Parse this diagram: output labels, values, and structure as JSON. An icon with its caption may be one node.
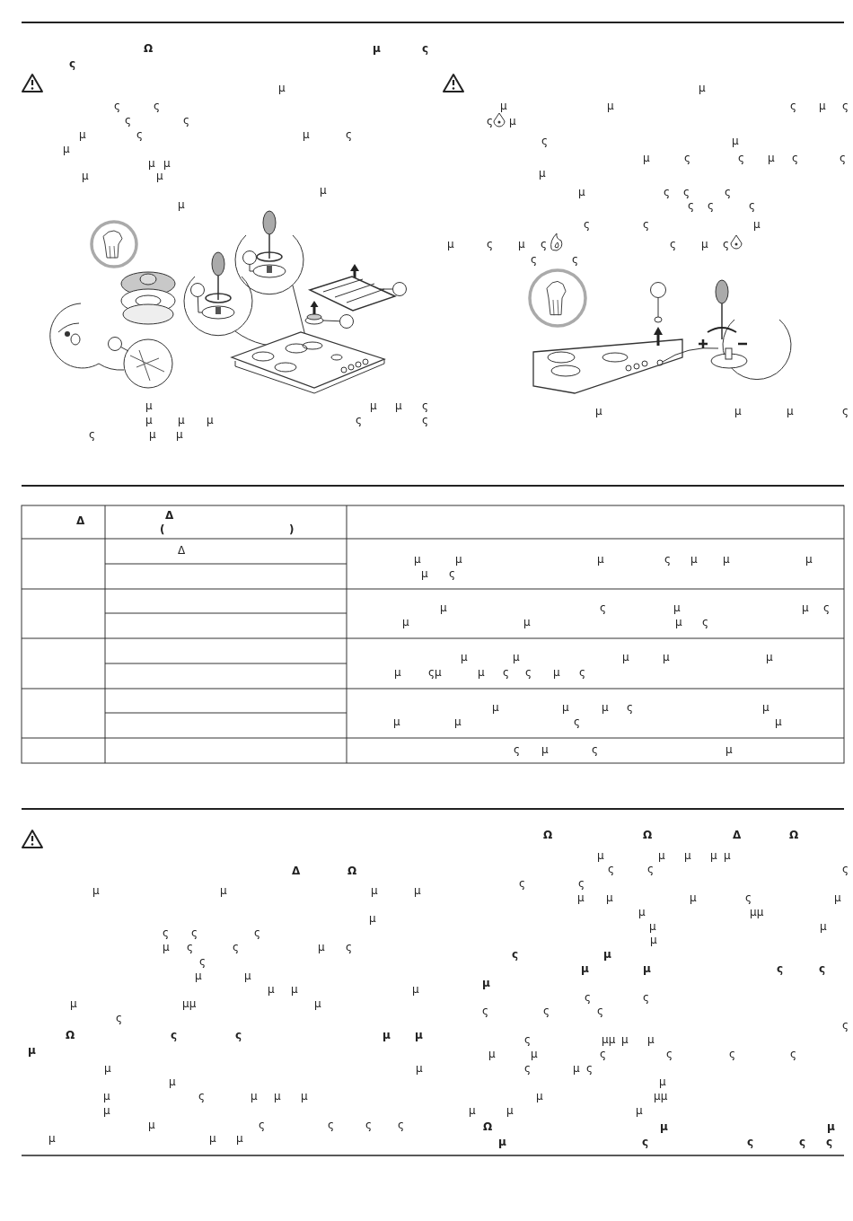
{
  "diagram": {
    "nodes": [
      {
        "text": [],
        "shape": "circle"
      },
      {
        "text": [],
        "shape": "circle"
      },
      {
        "text": [],
        "shape": "circle"
      },
      {
        "text": [],
        "shape": "circle"
      },
      {
        "text": [],
        "shape": "circle"
      },
      {
        "text": [],
        "shape": "circle"
      },
      {
        "text": [],
        "shape": "picture"
      },
      {
        "text": [],
        "shape": "picture"
      },
      {
        "text": [],
        "shape": "picture"
      },
      {
        "text": [],
        "shape": "cylinder"
      },
      {
        "text": [],
        "shape": "picture"
      },
      {
        "text": [],
        "shape": "cylinder"
      }
    ],
    "edges": [
      {
        "from": 0,
        "to": 6,
        "arrow": "none"
      },
      {
        "from": 1,
        "to": 7,
        "arrow": "none"
      },
      {
        "from": 2,
        "to": 8,
        "arrow": "none"
      },
      {
        "from": 3,
        "to": 9,
        "arrow": "none"
      },
      {
        "from": 4,
        "to": 10,
        "arrow": "none"
      },
      {
        "from": 5,
        "to": 11,
        "arrow": "none"
      }
    ],
    "labels": [
      "Ω μ ς",
      "ς",
      "μ",
      "ς ς",
      "ς ς",
      "μ ς μ ς",
      "μ",
      "μ μ",
      "μ μ",
      "μ",
      "μ",
      "μ μ μ ς",
      "μ μ μ ς ς",
      "ς μ μ",
      "μ",
      "μ μ ς μ ς",
      "ς",
      "μ",
      "ς μ",
      "μ ς ς μ ς ς",
      "μ",
      "μ ς ς ς",
      "ς ς ς",
      "ς ς μ",
      "μ ς μ ς",
      "ς μ ς",
      "ς ς",
      "μ μ μ ς",
      "Δ",
      "Δ ( )",
      "Δ",
      "μ μ μ ς μ μ μ μ ς",
      "μ ς μ μ ς μ μ μ ς",
      "μ μ μ μ μ μ ςμ μ ς ς μ ς",
      "μ μ μ ς μ μ μ ς μ",
      "ς μ ς μ",
      "Δ Ω",
      "μ μ μ μ",
      "μ",
      "ς ς ς",
      "μ ς ς μ ς",
      "ς",
      "μ μ",
      "μ μ μ",
      "μ μμ μ",
      "ς",
      "Ω ς ς μ μ",
      "μ",
      "μ μ",
      "μ",
      "μ ς μ μ μ",
      "μ",
      "μ ς ς ς ς",
      "μ μ μ",
      "Ω Ω Δ Ω",
      "μ μ μ μ μ",
      "ς ς ς",
      "ς ς",
      "μ μ μ ς μ",
      "μ μμ",
      "μ μ",
      "μ",
      "ς μ",
      "μ μ ς ς",
      "μ",
      "ς ς",
      "ς ς ς",
      "ς",
      "ς μμ μ μ",
      "μ μ ς ς ς ς",
      "ς μ ς",
      "μ",
      "μ μμ",
      "μ μ μ",
      "Ω μ μ",
      "μ ς ς ς ς"
    ]
  }
}
